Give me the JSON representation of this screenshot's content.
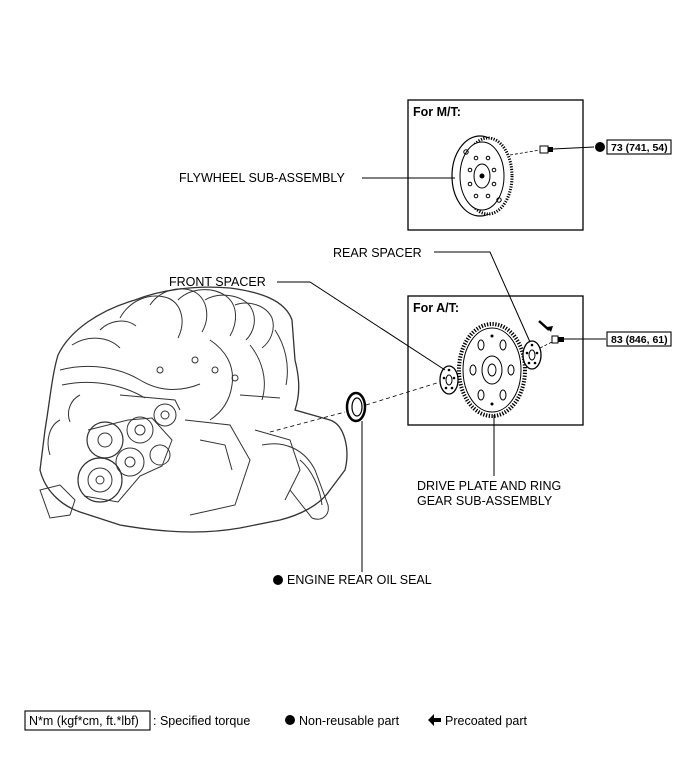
{
  "boxes": {
    "mt_title": "For M/T:",
    "at_title": "For A/T:"
  },
  "torques": {
    "mt": "73 (741, 54)",
    "at": "83 (846, 61)"
  },
  "labels": {
    "flywheel": "FLYWHEEL SUB-ASSEMBLY",
    "rear_spacer": "REAR SPACER",
    "front_spacer": "FRONT SPACER",
    "drive_plate_line1": "DRIVE PLATE AND RING",
    "drive_plate_line2": "GEAR SUB-ASSEMBLY",
    "oil_seal": "ENGINE REAR OIL SEAL"
  },
  "legend": {
    "torque_unit": "N*m (kgf*cm, ft.*lbf)",
    "torque_desc": ": Specified torque",
    "non_reusable": "Non-reusable part",
    "precoated": "Precoated part"
  },
  "colors": {
    "ink": "#000000",
    "paper": "#ffffff",
    "line_art": "#333333"
  },
  "icons": {
    "non_reusable": "filled-circle-icon",
    "precoated": "arrow-left-icon"
  }
}
